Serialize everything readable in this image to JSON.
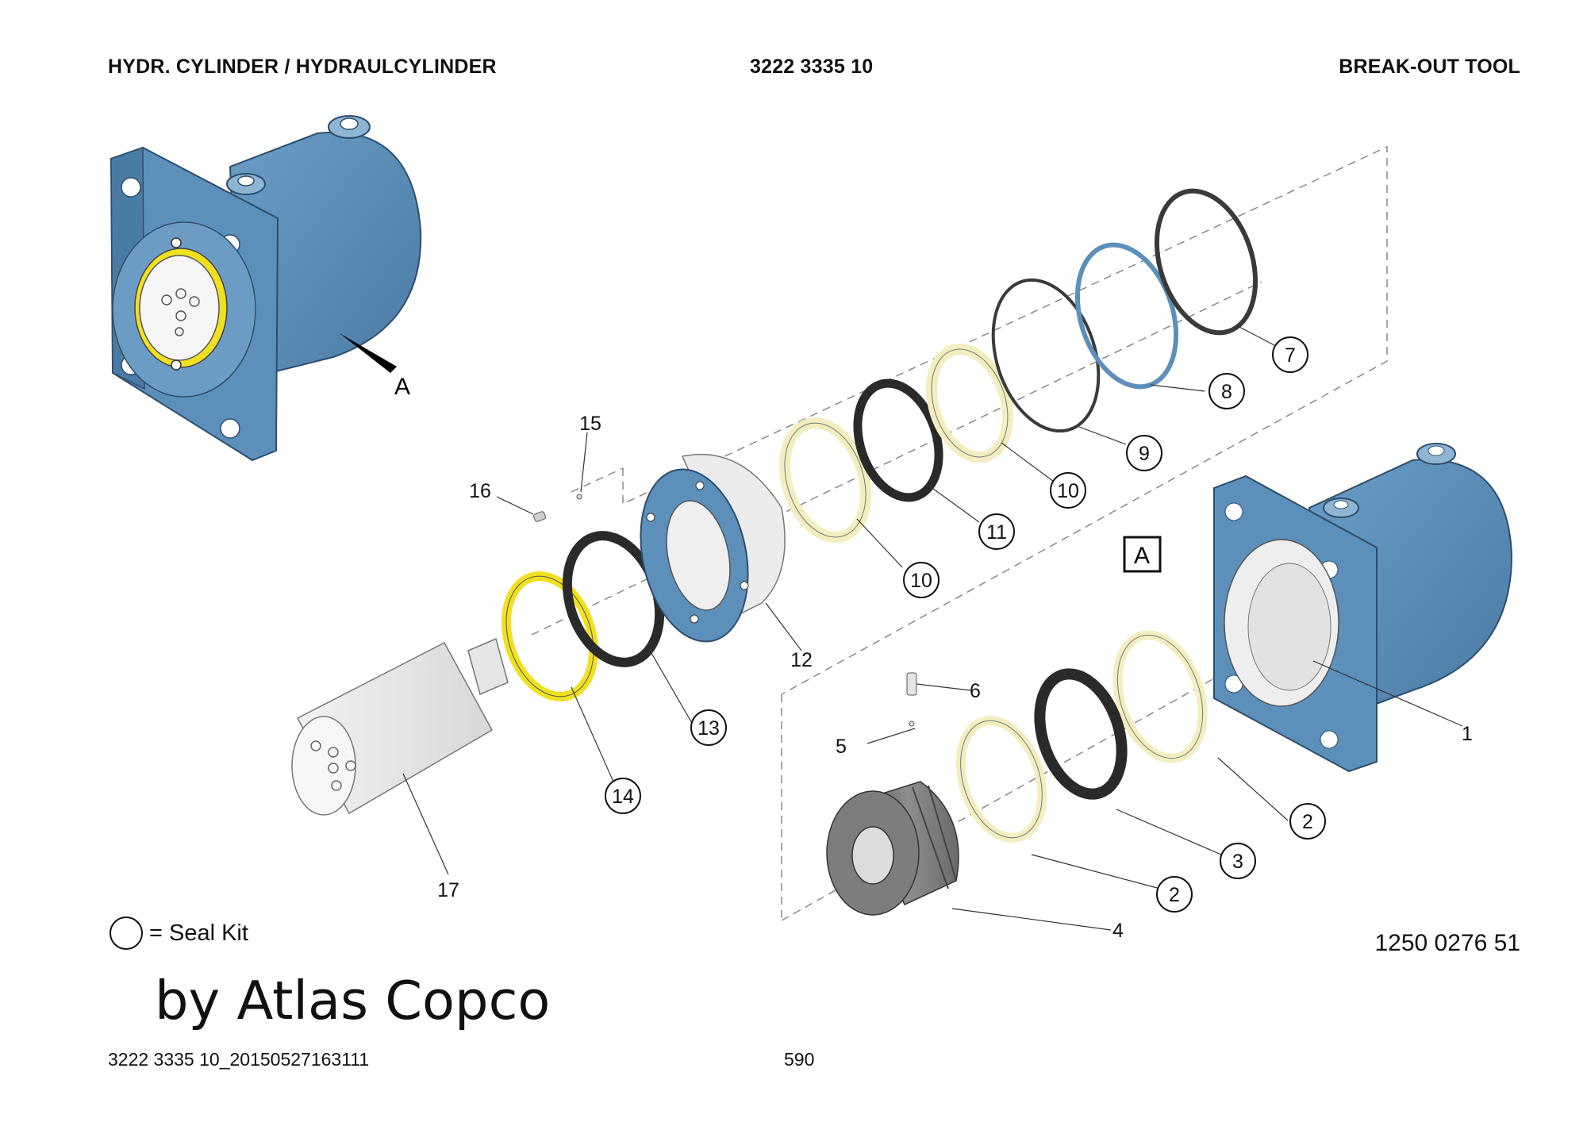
{
  "header": {
    "left": "HYDR. CYLINDER / HYDRAULCYLINDER",
    "center": "3222 3335 10",
    "right": "BREAK-OUT TOOL"
  },
  "view_marker": "A",
  "view_box_label": "A",
  "callouts": {
    "c1": "1",
    "c2a": "2",
    "c2b": "2",
    "c3": "3",
    "c4": "4",
    "c5": "5",
    "c6": "6",
    "c7": "7",
    "c8": "8",
    "c9": "9",
    "c10a": "10",
    "c10b": "10",
    "c11": "11",
    "c12": "12",
    "c13": "13",
    "c14": "14",
    "c15": "15",
    "c16": "16",
    "c17": "17"
  },
  "legend": {
    "text": "= Seal Kit"
  },
  "document_number": "1250 0276 51",
  "brand": "by Atlas Copco",
  "footer": {
    "left": "3222 3335 10_20150527163111",
    "center": "590"
  },
  "colors": {
    "body_blue": "#5b8db8",
    "body_blue_dark": "#3f6f97",
    "wear_ring": "#f5f0c0",
    "seal_yellow": "#f0e020",
    "seal_black": "#2a2a2a",
    "piston_grey": "#7a7a7a"
  }
}
